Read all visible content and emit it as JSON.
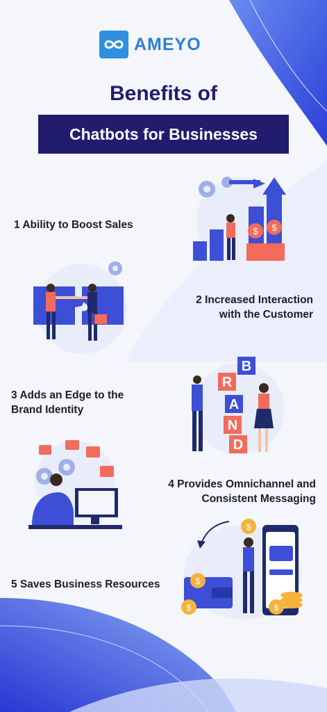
{
  "brand": {
    "name": "AMEYO"
  },
  "header": {
    "title": "Benefits of",
    "subtitle": "Chatbots for Businesses"
  },
  "benefits": [
    {
      "label": "1 Ability to Boost Sales"
    },
    {
      "line1": "2  Increased Interaction",
      "line2": "with the Customer"
    },
    {
      "line1": "3 Adds an Edge to the",
      "line2": "Brand Identity"
    },
    {
      "line1": "4 Provides Omnichannel and",
      "line2": "Consistent Messaging"
    },
    {
      "label": "5  Saves Business Resources"
    }
  ],
  "illustrations": {
    "brand_letters": [
      "B",
      "R",
      "A",
      "N",
      "D"
    ],
    "sales_icon": "growth-chart-icon",
    "interaction_icon": "handshake-puzzle-icon",
    "messaging_icon": "support-agent-icon",
    "resources_icon": "wallet-coins-icon"
  },
  "colors": {
    "navy": "#221c6e",
    "brand_blue": "#2c7fd6",
    "accent_blue": "#3d4fd6",
    "accent_red": "#f26b5b",
    "accent_gold": "#f5b33c"
  }
}
